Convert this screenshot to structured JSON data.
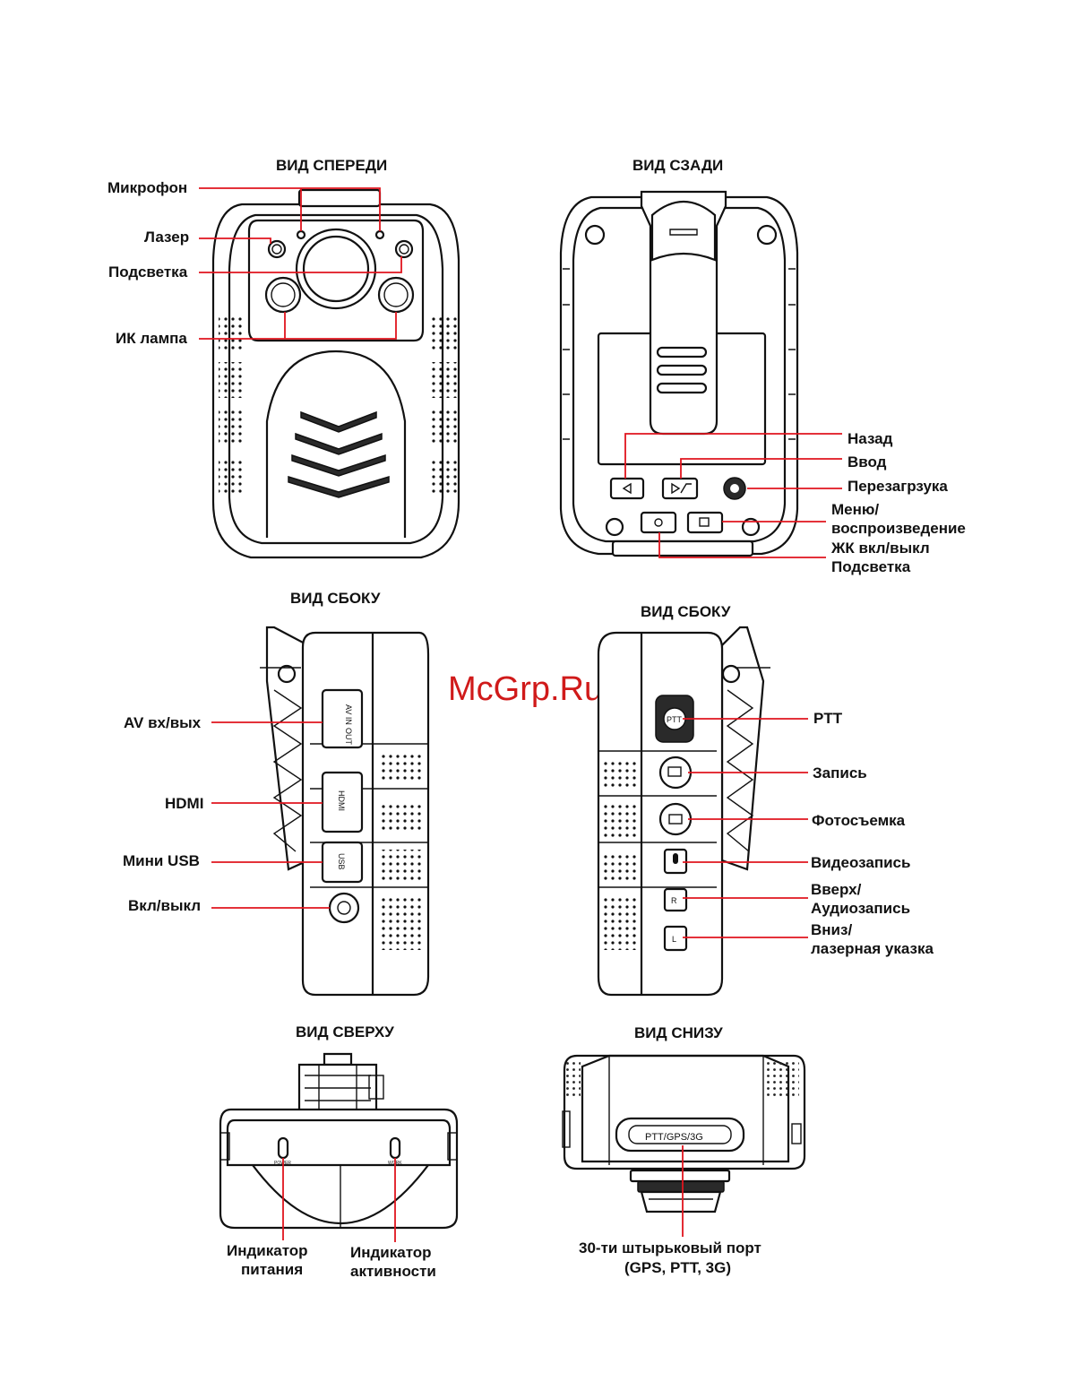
{
  "watermark": "McGrp.Ru",
  "views": {
    "front": {
      "title": "ВИД СПЕРЕДИ",
      "labels": [
        "Микрофон",
        "Лазер",
        "Подсветка",
        "ИК лампа"
      ]
    },
    "back": {
      "title": "ВИД СЗАДИ",
      "labels": [
        "Назад",
        "Ввод",
        "Перезагрзука",
        "Меню/",
        "воспроизведение",
        "ЖК вкл/выкл",
        "Подсветка"
      ]
    },
    "side_left": {
      "title": "ВИД СБОКУ",
      "labels": [
        "AV вх/вых",
        "HDMI",
        "Мини USB",
        "Вкл/выкл"
      ],
      "port_texts": [
        "AV IN",
        "OUT",
        "HDMI",
        "USB"
      ]
    },
    "side_right": {
      "title": "ВИД СБОКУ",
      "labels": [
        "PTT",
        "Запись",
        "Фотосъемка",
        "Видеозапись",
        "Вверх/",
        "Аудиозапись",
        "Вниз/",
        "лазерная указка"
      ],
      "button_texts": [
        "PTT",
        "R",
        "L"
      ]
    },
    "top": {
      "title": "ВИД СВЕРХУ",
      "labels": [
        "Индикатор",
        "питания",
        "Индикатор",
        "активности"
      ],
      "led_texts": [
        "POWER",
        "WORK"
      ]
    },
    "bottom": {
      "title": "ВИД СНИЗУ",
      "labels": [
        "30-ти штырьковый порт",
        "(GPS, PTT, 3G)"
      ],
      "port_text": "PTT/GPS/3G"
    }
  }
}
